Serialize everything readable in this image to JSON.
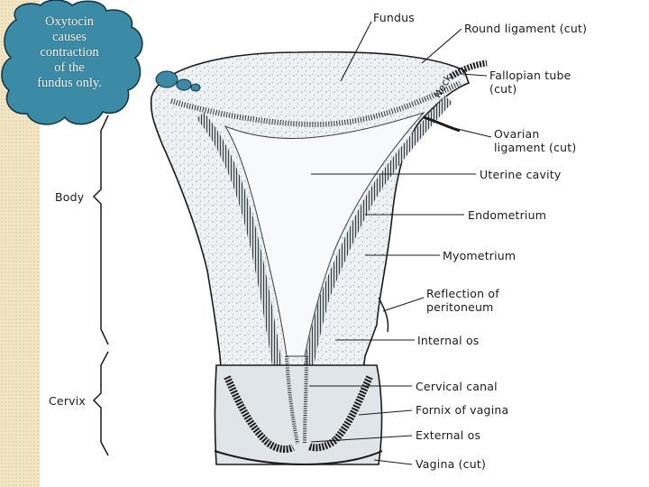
{
  "callout": {
    "text": "Oxytocin\ncauses\ncontraction\nof the\nfundus only.",
    "fill_color": "#3b8aa6",
    "border_color": "#103445"
  },
  "labels": {
    "fundus": "Fundus",
    "round_ligament": "Round ligament (cut)",
    "fallopian_tube": "Fallopian tube\n(cut)",
    "neck": "Neck",
    "ovarian_ligament": "Ovarian\nligament (cut)",
    "uterine_cavity": "Uterine cavity",
    "endometrium": "Endometrium",
    "myometrium": "Myometrium",
    "reflection_peritoneum": "Reflection of\nperitoneum",
    "internal_os": "Internal os",
    "cervical_canal": "Cervical canal",
    "fornix_vagina": "Fornix of vagina",
    "external_os": "External os",
    "vagina": "Vagina (cut)",
    "body": "Body",
    "cervix": "Cervix"
  },
  "colors": {
    "side_strip": "#f2e6c4",
    "ink": "#1b1b1b",
    "tissue": "#e9eef1"
  }
}
